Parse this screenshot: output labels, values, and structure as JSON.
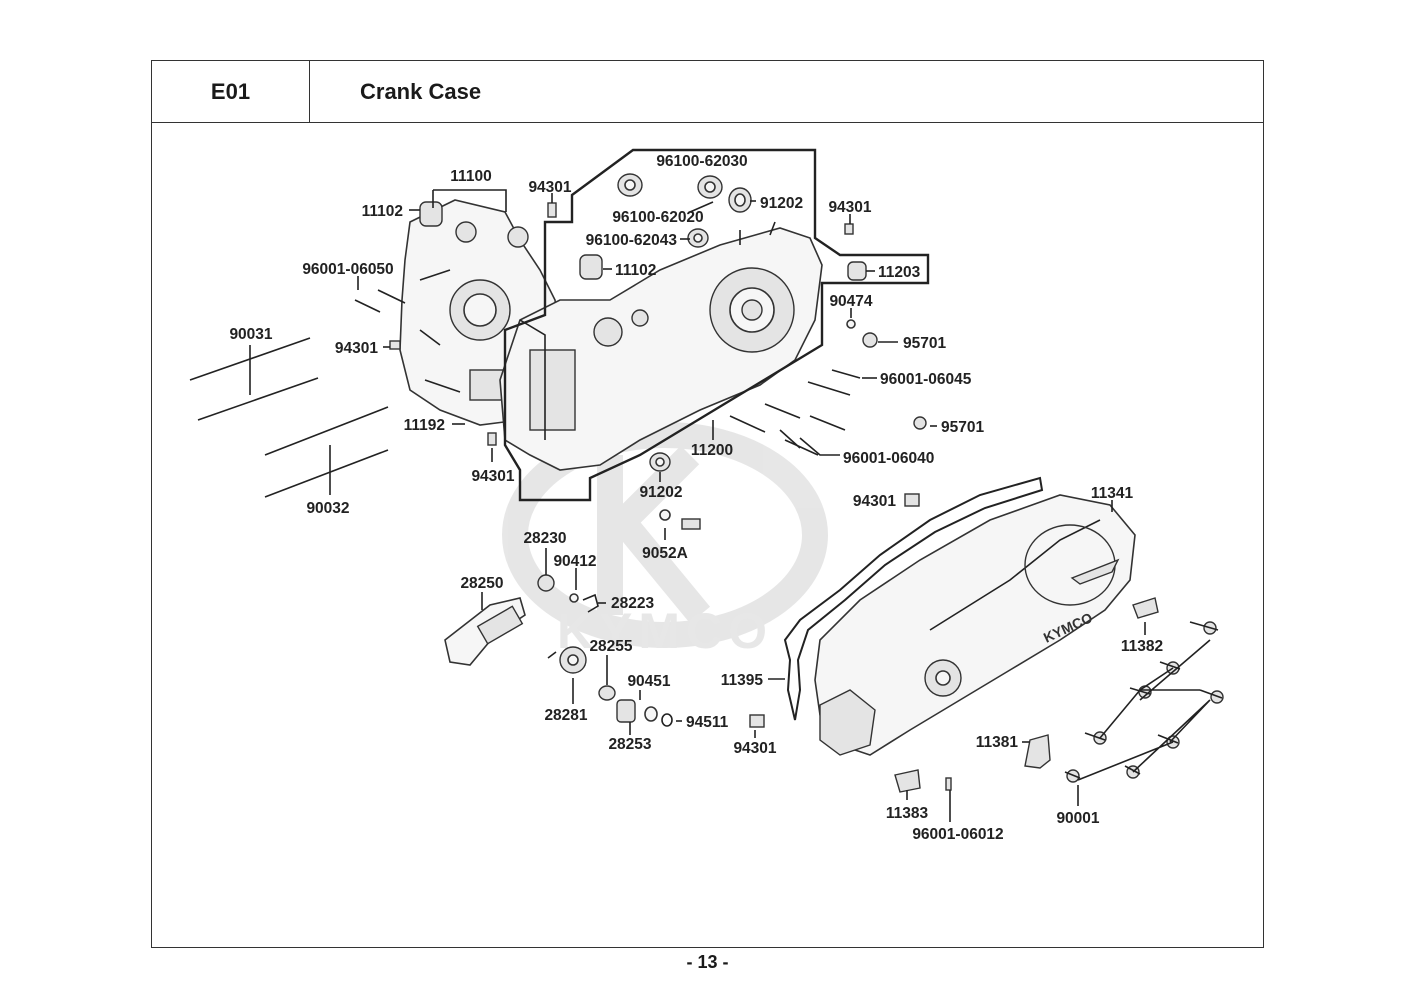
{
  "header": {
    "code": "E01",
    "title": "Crank Case"
  },
  "watermark": "KYMCO",
  "cover_logo": "KYMCO",
  "page_number": "- 13 -",
  "callouts": [
    "11100",
    "94301",
    "96100-62030",
    "11102",
    "96100-62020",
    "91202",
    "94301",
    "96100-62043",
    "11102",
    "11203",
    "96001-06050",
    "90474",
    "90031",
    "94301",
    "95701",
    "96001-06045",
    "11192",
    "95701",
    "11200",
    "96001-06040",
    "94301",
    "91202",
    "94301",
    "11341",
    "90032",
    "28230",
    "9052A",
    "90412",
    "28250",
    "28223",
    "28255",
    "11382",
    "90451",
    "11395",
    "28281",
    "94511",
    "28253",
    "94301",
    "11381",
    "11383",
    "96001-06012",
    "90001"
  ]
}
